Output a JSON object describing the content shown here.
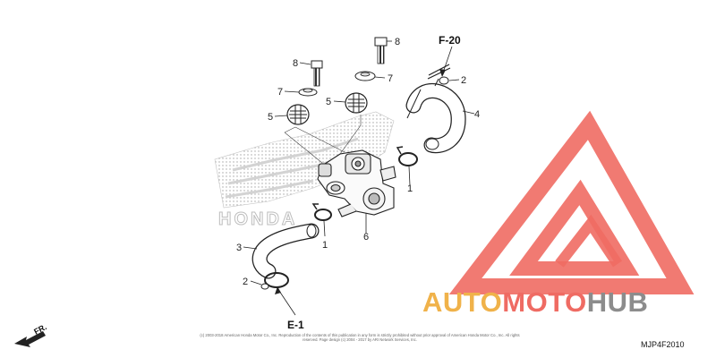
{
  "diagram": {
    "callouts": [
      "1",
      "1",
      "2",
      "2",
      "3",
      "4",
      "5",
      "5",
      "6",
      "7",
      "7",
      "8",
      "8"
    ],
    "references": {
      "f20": "F-20",
      "e1": "E-1"
    },
    "direction": "FR.",
    "diagram_code": "MJP4F2010",
    "copyright": "(c) 2003-2018 American Honda Motor Co., Inc. Reproduction of the contents of this publication in any form is strictly prohibited without prior approval of American Honda Motor Co., Inc. All rights reserved. Page design (c) 2004 - 2017 by ARI Network Services, Inc."
  },
  "watermark": {
    "part1": "AUTO",
    "part2": "MOTO",
    "part3": "HUB",
    "colors": {
      "mark": "#ef6b63",
      "auto": "#f0b24a",
      "moto": "#ef6b63",
      "hub": "#8c8c8c"
    }
  },
  "background_logo": {
    "text": "HONDA"
  }
}
